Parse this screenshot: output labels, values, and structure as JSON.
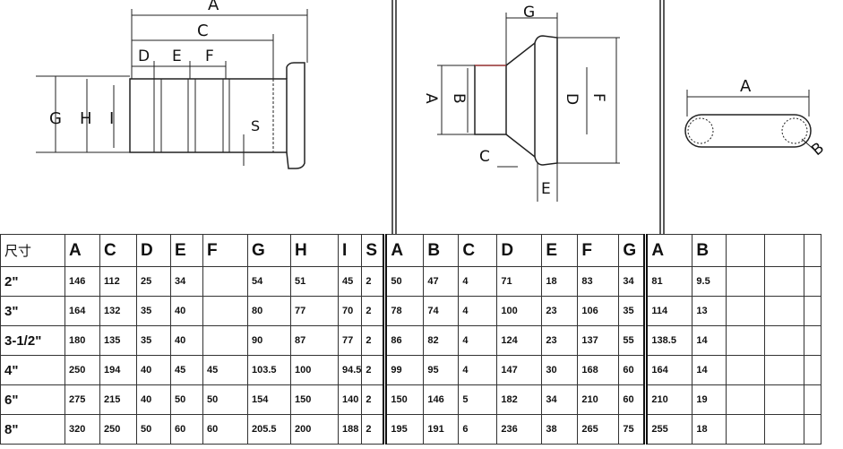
{
  "diagrams": {
    "coupler": {
      "labels": [
        "A",
        "C",
        "D",
        "E",
        "F",
        "G",
        "H",
        "I",
        "S"
      ]
    },
    "ferrule": {
      "labels": [
        "G",
        "A",
        "B",
        "D",
        "F",
        "C",
        "E"
      ]
    },
    "gasket": {
      "labels": [
        "A",
        "B"
      ]
    }
  },
  "table": {
    "size_header": "尺寸",
    "headers": [
      "A",
      "C",
      "D",
      "E",
      "F",
      "G",
      "H",
      "I",
      "S",
      "A",
      "B",
      "C",
      "D",
      "E",
      "F",
      "G",
      "A",
      "B",
      "",
      "",
      ""
    ],
    "rows": [
      {
        "size": "2\"",
        "cells": [
          "146",
          "112",
          "25",
          "34",
          "",
          "54",
          "51",
          "45",
          "2",
          "50",
          "47",
          "4",
          "71",
          "18",
          "83",
          "34",
          "81",
          "9.5",
          "",
          "",
          ""
        ]
      },
      {
        "size": "3\"",
        "cells": [
          "164",
          "132",
          "35",
          "40",
          "",
          "80",
          "77",
          "70",
          "2",
          "78",
          "74",
          "4",
          "100",
          "23",
          "106",
          "35",
          "114",
          "13",
          "",
          "",
          ""
        ]
      },
      {
        "size": "3-1/2\"",
        "cells": [
          "180",
          "135",
          "35",
          "40",
          "",
          "90",
          "87",
          "77",
          "2",
          "86",
          "82",
          "4",
          "124",
          "23",
          "137",
          "55",
          "138.5",
          "14",
          "",
          "",
          ""
        ]
      },
      {
        "size": "4\"",
        "cells": [
          "250",
          "194",
          "40",
          "45",
          "45",
          "103.5",
          "100",
          "94.5",
          "2",
          "99",
          "95",
          "4",
          "147",
          "30",
          "168",
          "60",
          "164",
          "14",
          "",
          "",
          ""
        ]
      },
      {
        "size": "6\"",
        "cells": [
          "275",
          "215",
          "40",
          "50",
          "50",
          "154",
          "150",
          "140",
          "2",
          "150",
          "146",
          "5",
          "182",
          "34",
          "210",
          "60",
          "210",
          "19",
          "",
          "",
          ""
        ]
      },
      {
        "size": "8\"",
        "cells": [
          "320",
          "250",
          "50",
          "60",
          "60",
          "205.5",
          "200",
          "188",
          "2",
          "195",
          "191",
          "6",
          "236",
          "38",
          "265",
          "75",
          "255",
          "18",
          "",
          "",
          ""
        ]
      }
    ]
  }
}
